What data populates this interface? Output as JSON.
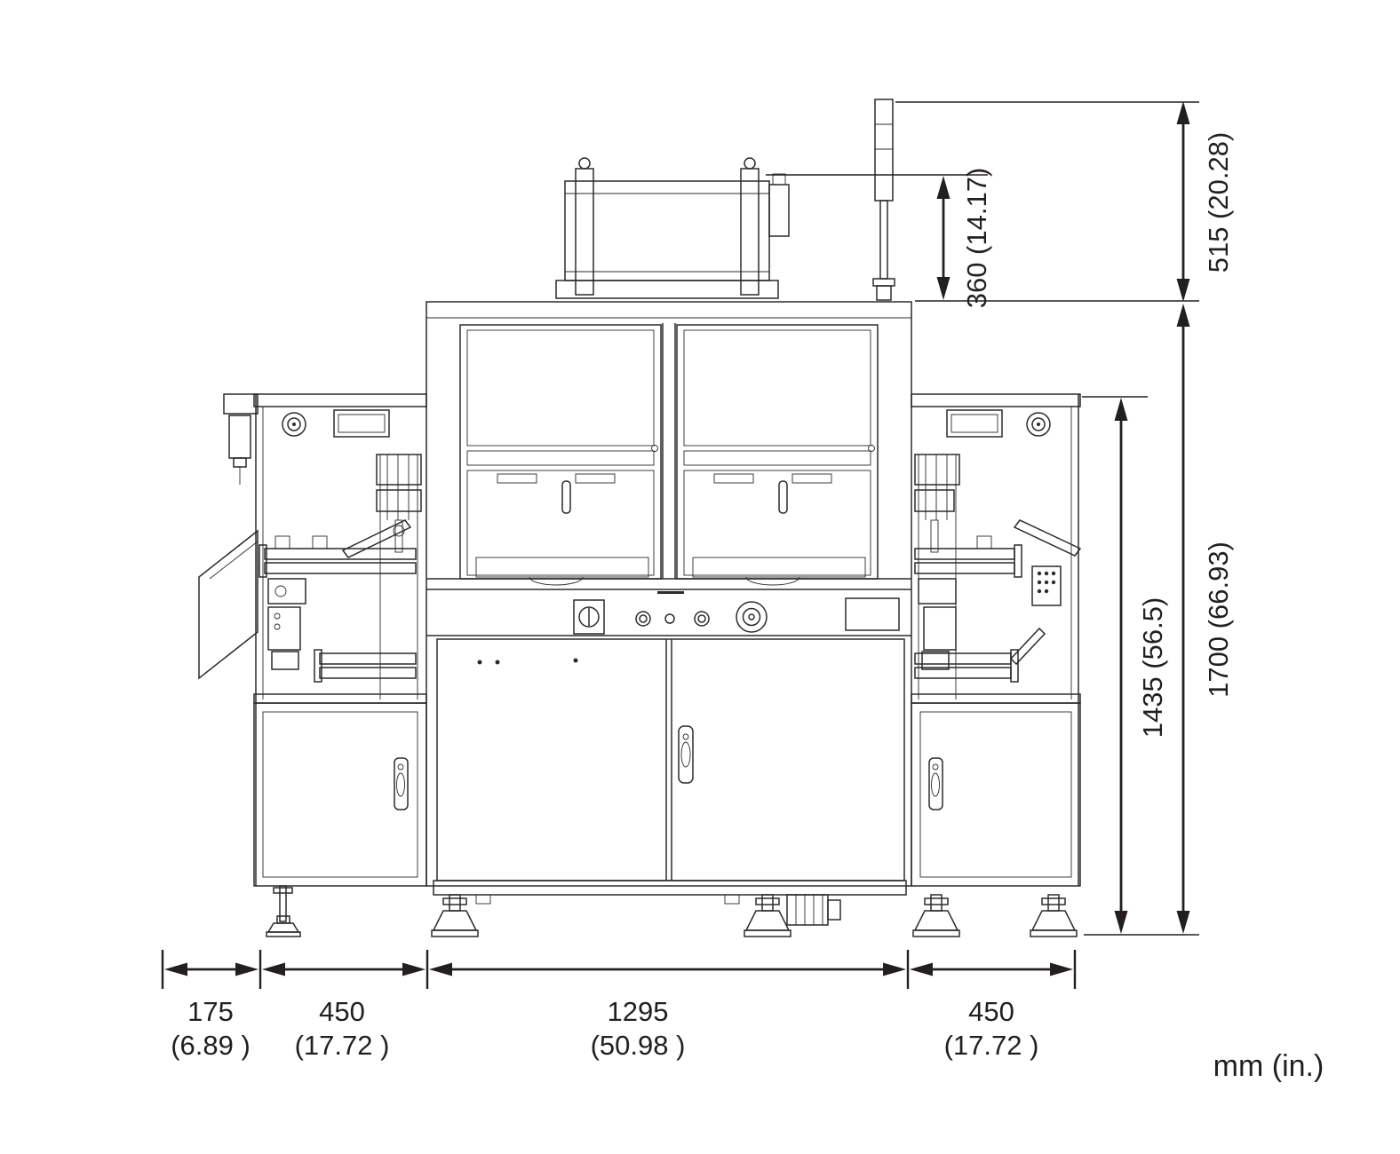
{
  "diagram": {
    "type": "machine-dimension-drawing",
    "units_label": "mm (in.)",
    "vertical_dimensions": [
      {
        "id": "signal_tower_height",
        "label": "515 (20.28)"
      },
      {
        "id": "magazine_unit_height",
        "label": "360 (14.17)"
      },
      {
        "id": "overall_height",
        "label": "1700 (66.93)"
      },
      {
        "id": "frame_height",
        "label": "1435 (56.5)"
      }
    ],
    "horizontal_dimensions": [
      {
        "id": "chute_width",
        "mm": "175",
        "in": "(6.89 )"
      },
      {
        "id": "left_module_width",
        "mm": "450",
        "in": "(17.72 )"
      },
      {
        "id": "main_body_width",
        "mm": "1295",
        "in": "(50.98 )"
      },
      {
        "id": "right_module_width",
        "mm": "450",
        "in": "(17.72 )"
      }
    ]
  }
}
